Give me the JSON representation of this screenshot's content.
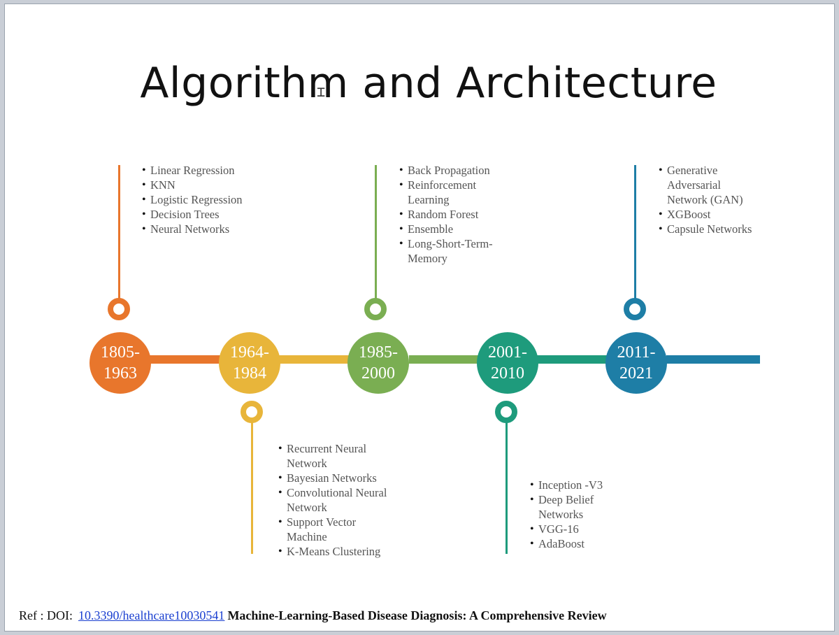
{
  "slide": {
    "title": "Algorithm and Architecture",
    "ref_prefix": "Ref : DOI:",
    "doi": "10.3390/healthcare10030541",
    "paper_title": "Machine-Learning-Based Disease Diagnosis: A Comprehensive Review"
  },
  "colors": {
    "orange": "#e8762c",
    "yellow": "#e8b53a",
    "green": "#7aae52",
    "teal": "#1e9b7c",
    "blue": "#1e7ea6"
  },
  "eras": [
    {
      "start": "1805-",
      "end": "1963",
      "items": [
        "Linear Regression",
        "KNN",
        "Logistic Regression",
        "Decision Trees",
        "Neural Networks"
      ]
    },
    {
      "start": "1964-",
      "end": "1984",
      "items": [
        "Recurrent Neural Network",
        "Bayesian Networks",
        "Convolutional Neural Network",
        "Support Vector Machine",
        "K-Means Clustering"
      ]
    },
    {
      "start": "1985-",
      "end": "2000",
      "items": [
        "Back Propagation",
        "Reinforcement Learning",
        "Random Forest",
        "Ensemble",
        "Long-Short-Term-Memory"
      ]
    },
    {
      "start": "2001-",
      "end": "2010",
      "items": [
        "Inception -V3",
        "Deep Belief Networks",
        "VGG-16",
        "AdaBoost"
      ]
    },
    {
      "start": "2011-",
      "end": "2021",
      "items": [
        "Generative Adversarial Network (GAN)",
        "XGBoost",
        "Capsule Networks"
      ]
    }
  ]
}
